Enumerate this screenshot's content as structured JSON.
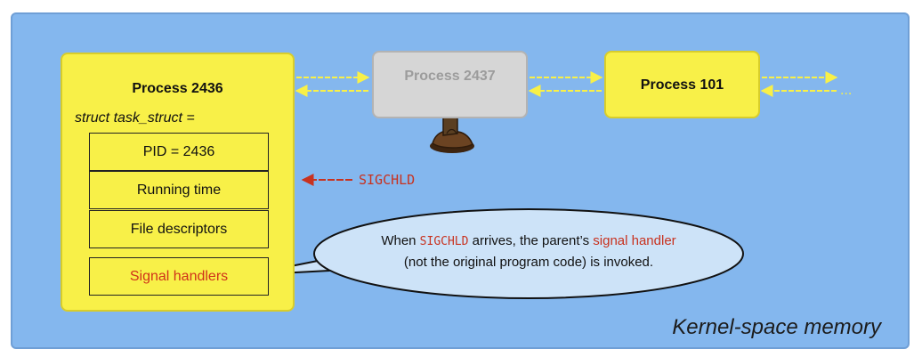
{
  "main_process": {
    "title": "Process 2436",
    "struct_label": "struct task_struct =",
    "fields": [
      "PID = 2436",
      "Running time",
      "File descriptors",
      "Signal handlers"
    ]
  },
  "zombie_process": {
    "title": "Process 2437"
  },
  "right_process": {
    "title": "Process 101"
  },
  "signal_arrow_label": "SIGCHLD",
  "ellipsis": "...",
  "bubble": {
    "pre": "When ",
    "signal": "SIGCHLD",
    "mid": " arrives, the parent’s ",
    "handler": "signal handler",
    "line2": "(not the original program code) is invoked."
  },
  "region_label": "Kernel-space memory",
  "colors": {
    "kernel_bg": "#84b7ee",
    "process_fill": "#f8f048",
    "ghost_fill": "#d6d6d6",
    "accent_red": "#c8321f",
    "bubble_fill": "#cde3f8"
  }
}
